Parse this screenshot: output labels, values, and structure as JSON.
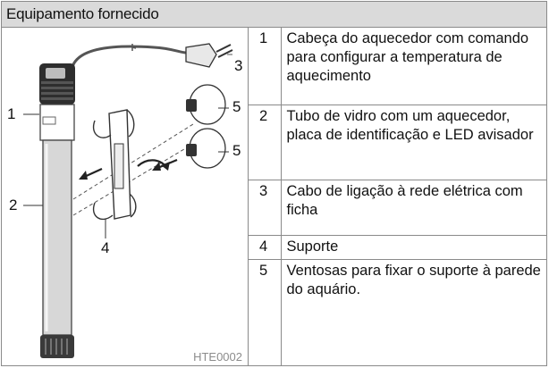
{
  "section": {
    "title": "Equipamento fornecido"
  },
  "figure": {
    "code": "HTE0002",
    "callouts": [
      "1",
      "2",
      "3",
      "4",
      "5",
      "5"
    ]
  },
  "parts": [
    {
      "num": "1",
      "text": "Cabeça do aquecedor com comando para configurar a temperatura de aquecimento"
    },
    {
      "num": "2",
      "text": "Tubo de vidro com um aquecedor, placa de identificação e LED avisador"
    },
    {
      "num": "3",
      "text": "Cabo de ligação à rede elétrica com ficha"
    },
    {
      "num": "4",
      "text": "Suporte"
    },
    {
      "num": "5",
      "text": "Ventosas para fixar o suporte à parede do aquário."
    }
  ]
}
